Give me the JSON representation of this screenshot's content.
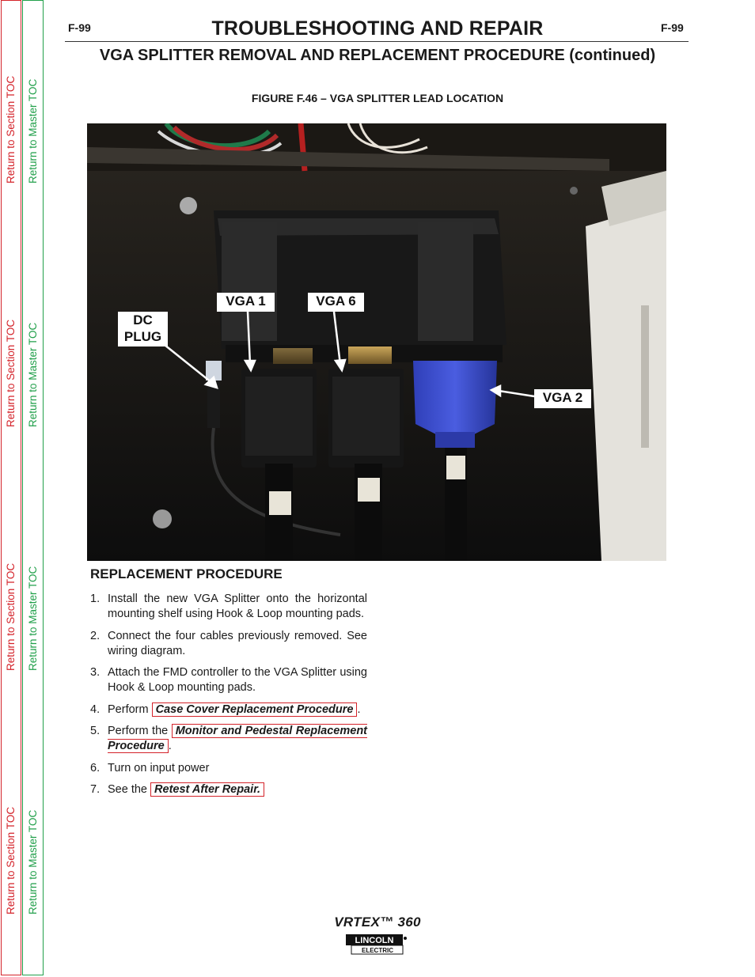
{
  "header": {
    "page_left": "F-99",
    "page_right": "F-99",
    "title": "TROUBLESHOOTING AND REPAIR",
    "subtitle": "VGA SPLITTER REMOVAL AND REPLACEMENT PROCEDURE (continued)"
  },
  "figure": {
    "caption": "FIGURE F.46 – VGA SPLITTER LEAD LOCATION",
    "callouts": {
      "dc_plug_line1": "DC",
      "dc_plug_line2": "PLUG",
      "vga1": "VGA 1",
      "vga6": "VGA 6",
      "vga2": "VGA 2"
    }
  },
  "sidebar": {
    "section_toc": "Return to Section TOC",
    "master_toc": "Return to Master TOC"
  },
  "procedure": {
    "heading": "REPLACEMENT PROCEDURE",
    "step1": "Install the new VGA Splitter onto the horizontal mounting shelf using Hook & Loop mounting pads.",
    "step2": "Connect the four cables previously removed. See wiring diagram.",
    "step3": "Attach the FMD controller to the VGA Splitter using Hook & Loop mounting pads.",
    "step4_prefix": "Perform",
    "step4_link": "Case Cover Replacement Procedure",
    "step5_prefix": "Perform the",
    "step5_link": "Monitor and Pedestal Replacement Procedure",
    "step6": "Turn on input power",
    "step7_prefix": "See the",
    "step7_link": "Retest After Repair."
  },
  "footer": {
    "model": "VRTEX™ 360",
    "logo_top": "LINCOLN",
    "logo_bottom": "ELECTRIC"
  }
}
